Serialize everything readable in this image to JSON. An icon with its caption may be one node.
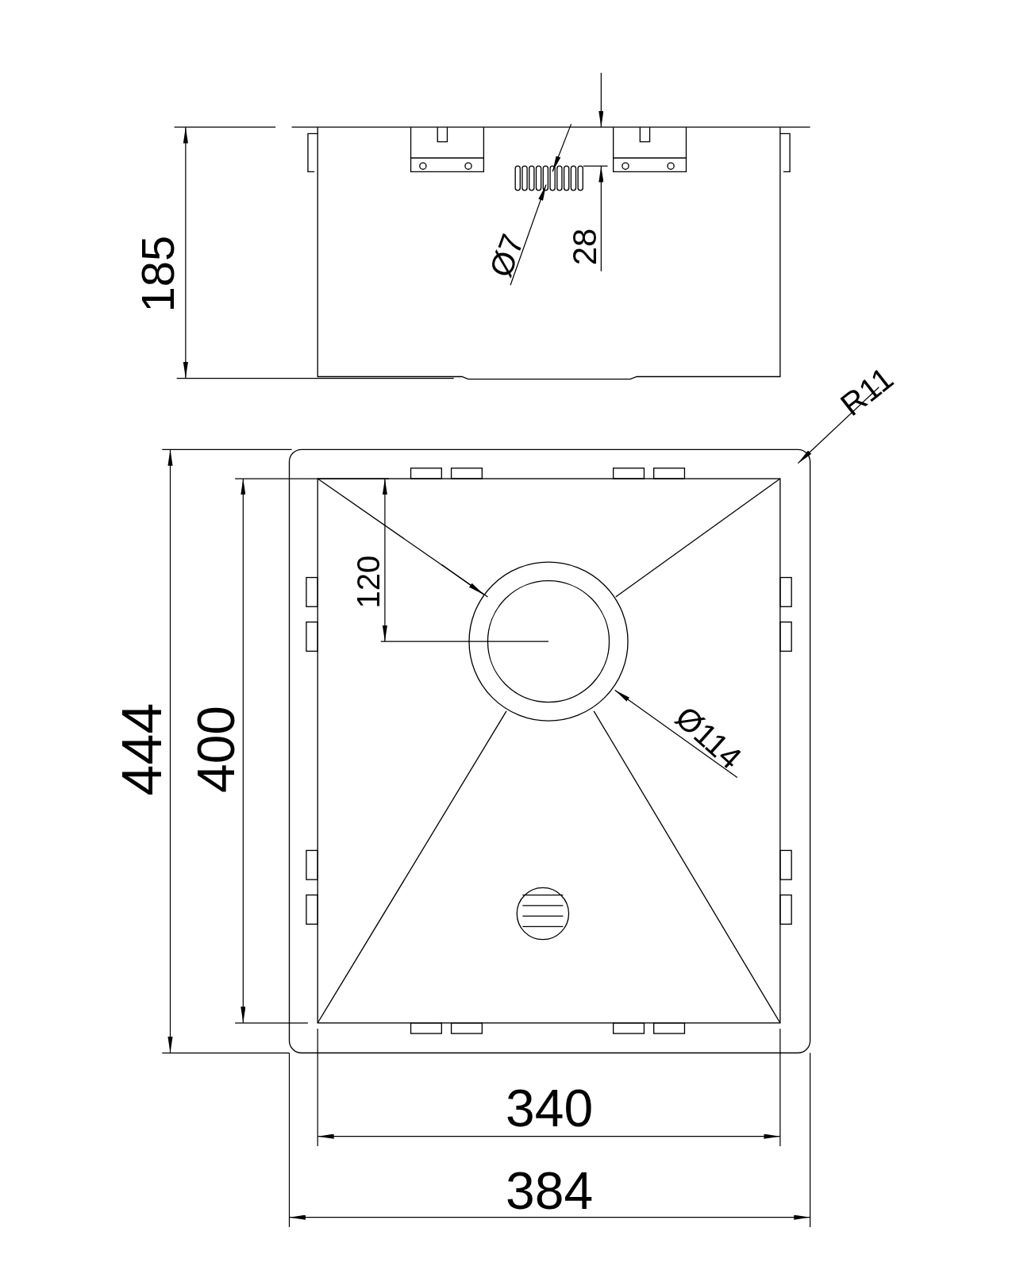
{
  "diagram": {
    "labels": [
      "185",
      "Ø7",
      "28",
      "R11",
      "120",
      "Ø114",
      "444",
      "400",
      "340",
      "384"
    ]
  }
}
